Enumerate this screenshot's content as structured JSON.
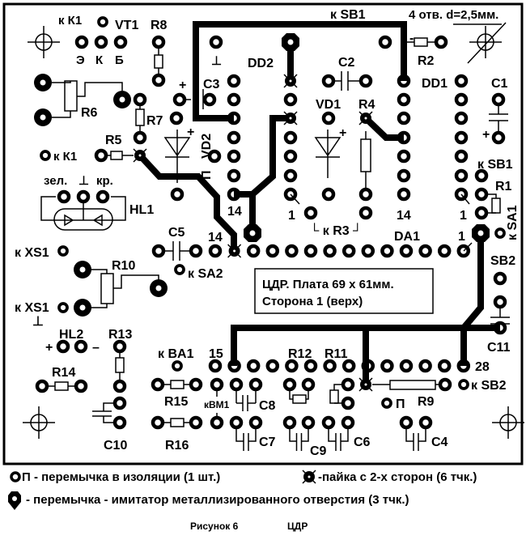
{
  "colors": {
    "ink": "#000000",
    "board": "#ffffff"
  },
  "labels": {
    "kK1_top": "к К1",
    "VT1": "VT1",
    "R8": "R8",
    "E": "Э",
    "K": "К",
    "B": "Б",
    "gnd1": "⊥",
    "DD2": "DD2",
    "C3": "C3",
    "plus1": "+",
    "R6": "R6",
    "R7": "R7",
    "R5": "R5",
    "kK1_mid": "к К1",
    "VD2": "VD2",
    "P1": "П",
    "plus2": "+",
    "zel": "зел.",
    "gnd2": "⊥",
    "kr": "кр.",
    "HL1": "HL1",
    "n14a": "14",
    "n14b": "14",
    "C5": "C5",
    "n1a": "1",
    "kSB1_top": "к SB1",
    "holes": "4 отв. d=2,5мм.",
    "C2": "C2",
    "R2": "R2",
    "DD1": "DD1",
    "C1": "C1",
    "VD1": "VD1",
    "R4": "R4",
    "plus3": "+",
    "plus4": "+",
    "kSB1_r": "к SB1",
    "R1": "R1",
    "kSA1": "к SA1",
    "n1b": "1",
    "n14c": "14",
    "kR3": "└ к R3 ┘",
    "DA1": "DA1",
    "n1c": "1",
    "kXS1a": "к XS1",
    "R10": "R10",
    "kSA2": "к SA2",
    "kXS1b": "к XS1",
    "gnd3": "⊥",
    "SB2": "SB2",
    "C11": "C11",
    "HL2": "HL2",
    "R13": "R13",
    "plus5": "+",
    "minus5": "–",
    "R14": "R14",
    "kBA1": "к BA1",
    "n15": "15",
    "R12": "R12",
    "R11": "R11",
    "n28": "28",
    "kSB2": "к SB2",
    "R15": "R15",
    "kBM1": "кВМ1",
    "C8": "C8",
    "P2": "П",
    "R9": "R9",
    "C10": "C10",
    "R16": "R16",
    "C7": "C7",
    "C9": "C9",
    "C6": "C6",
    "C4": "C4",
    "minus2": "-"
  },
  "board_title": [
    "ЦДР. Плата 69 х 61мм.",
    "Сторона 1 (верх)"
  ],
  "legend": {
    "jumper": "П - перемычка в изоляции (1 шт.)",
    "solder": "-пайка с 2-х сторон (6 тчк.)",
    "via": "- перемычка - имитатор металлизированного отверстия  (3 тчк.)"
  },
  "caption": {
    "figure": "Рисунок 6",
    "name": "ЦДР"
  }
}
